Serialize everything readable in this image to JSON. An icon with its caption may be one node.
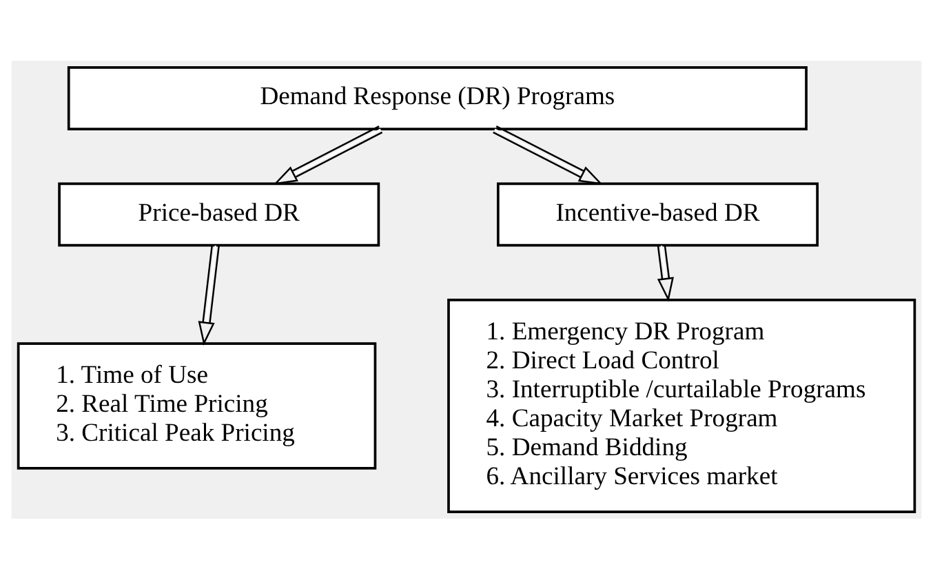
{
  "diagram": {
    "nodes": [
      {
        "text": [
          "Demand Response (DR) Programs"
        ]
      },
      {
        "text": [
          "Price-based DR"
        ]
      },
      {
        "text": [
          "Incentive-based DR"
        ]
      },
      {
        "text": [
          "1. Time of Use",
          "2. Real Time Pricing",
          "3. Critical Peak Pricing"
        ]
      },
      {
        "text": [
          "1. Emergency DR Program",
          "2. Direct Load Control",
          "3. Interruptible /curtailable Programs",
          "4. Capacity Market Program",
          "5. Demand Bidding",
          "6. Ancillary Services market"
        ]
      }
    ],
    "edges": [
      {
        "from": 0,
        "to": 1,
        "arrow": "to"
      },
      {
        "from": 0,
        "to": 2,
        "arrow": "to"
      },
      {
        "from": 1,
        "to": 3,
        "arrow": "to"
      },
      {
        "from": 2,
        "to": 4,
        "arrow": "to"
      }
    ]
  }
}
